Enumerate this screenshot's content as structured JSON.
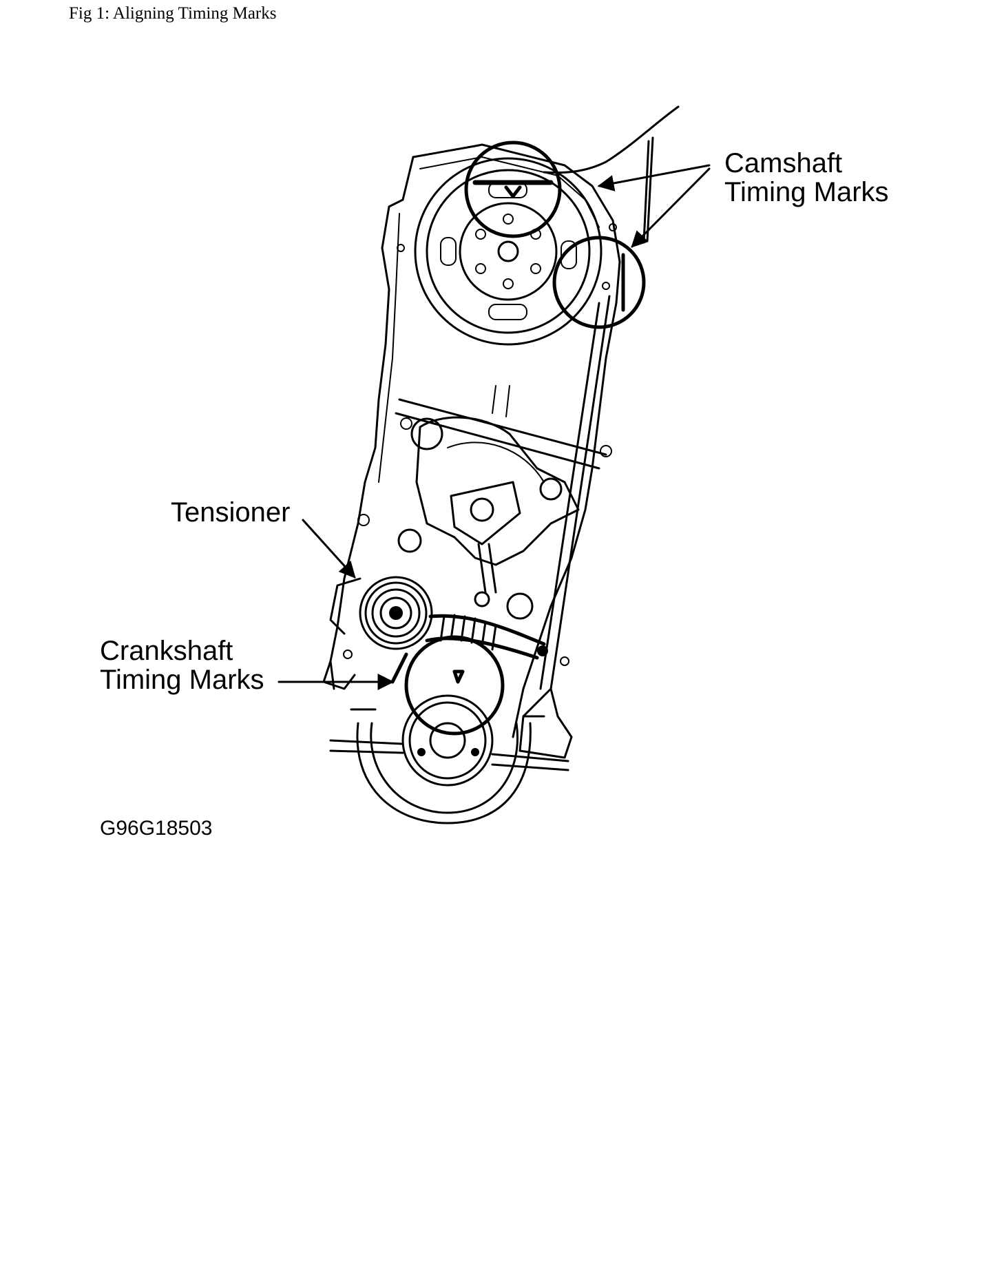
{
  "caption": "Fig 1: Aligning Timing Marks",
  "labels": {
    "camshaft_line1": "Camshaft",
    "camshaft_line2": "Timing Marks",
    "tensioner": "Tensioner",
    "crankshaft_line1": "Crankshaft",
    "crankshaft_line2": "Timing Marks",
    "figure_code": "G96G18503"
  }
}
